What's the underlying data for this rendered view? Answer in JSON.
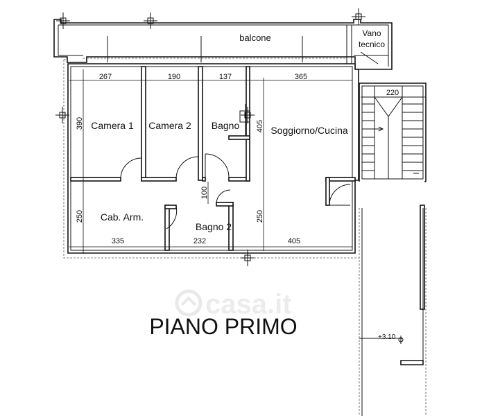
{
  "plan": {
    "title": "PIANO PRIMO",
    "level_mark": "+3.10",
    "watermark": "casa.it",
    "rooms": {
      "balcone": "balcone",
      "vano_tecnico_1": "Vano",
      "vano_tecnico_2": "tecnico",
      "camera1": "Camera 1",
      "camera2": "Camera 2",
      "bagno": "Bagno",
      "soggiorno": "Soggiorno/Cucina",
      "cab_arm": "Cab. Arm.",
      "bagno2": "Bagno 2"
    },
    "dimensions": {
      "top_camera1": "267",
      "top_camera2": "190",
      "top_bagno": "137",
      "top_soggiorno": "365",
      "stair_width": "220",
      "left_upper": "390",
      "left_lower": "250",
      "mid_upper": "405",
      "mid_lower": "250",
      "corridor": "100",
      "bottom_cab": "335",
      "bottom_bagno2": "232",
      "bottom_soggiorno": "405"
    }
  }
}
